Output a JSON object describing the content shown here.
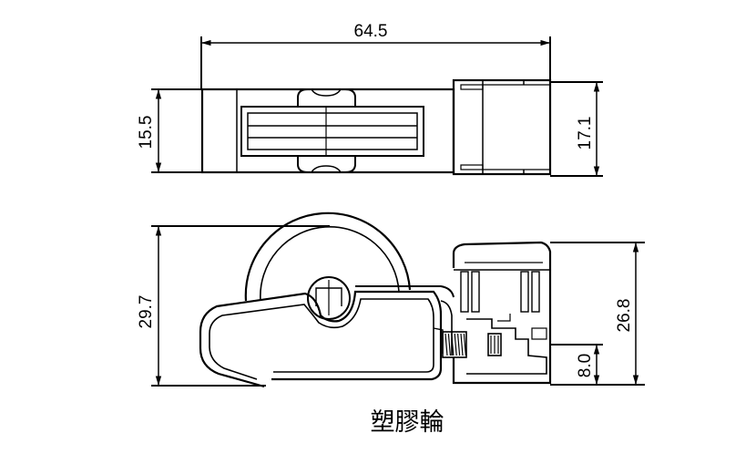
{
  "dimensions": {
    "top_width": "64.5",
    "top_left_height": "15.5",
    "top_right_height": "17.1",
    "bottom_left_height": "29.7",
    "bottom_right_height": "26.8",
    "bottom_right_small": "8.0"
  },
  "caption": "塑膠輪"
}
